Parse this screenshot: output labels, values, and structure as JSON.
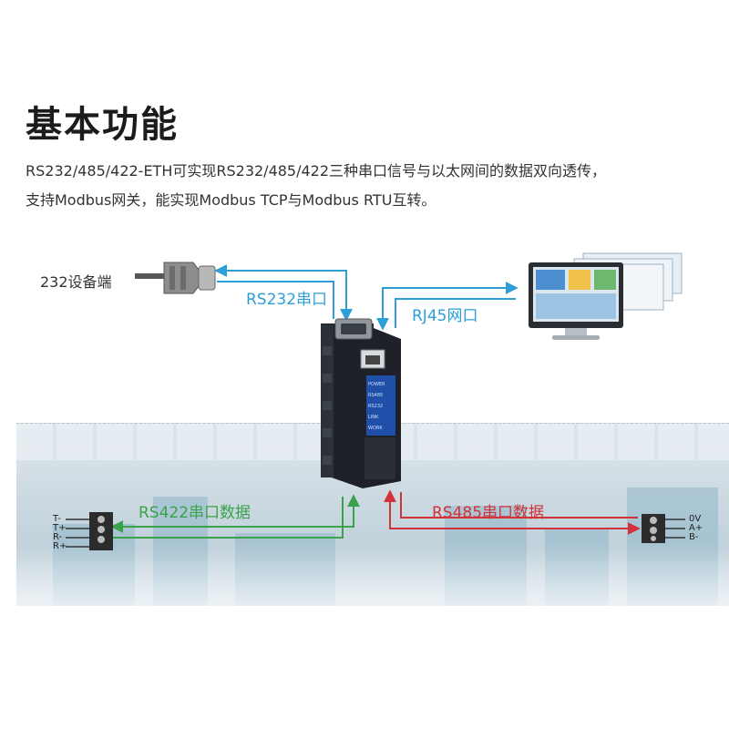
{
  "title": "基本功能",
  "description": [
    "RS232/485/422-ETH可实现RS232/485/422三种串口信号与以太网间的数据双向透传，",
    "支持Modbus网关，能实现Modbus TCP与Modbus RTU互转。"
  ],
  "labels": {
    "device232": "232设备端",
    "rs232": "RS232串口",
    "rj45": "RJ45网口",
    "rs422": "RS422串口数据",
    "rs485": "RS485串口数据"
  },
  "terminal_422_pins": [
    "T-",
    "T+",
    "R-",
    "R+"
  ],
  "terminal_485_pins": [
    "0V",
    "A+",
    "B-"
  ],
  "device_leds": [
    "POWER",
    "RS485",
    "RS232",
    "LINK",
    "WORK"
  ],
  "colors": {
    "blue": "#2d9fd8",
    "green": "#3aa24a",
    "red": "#d2323a",
    "device_body": "#1e2228",
    "device_panel": "#1f4fa8"
  }
}
